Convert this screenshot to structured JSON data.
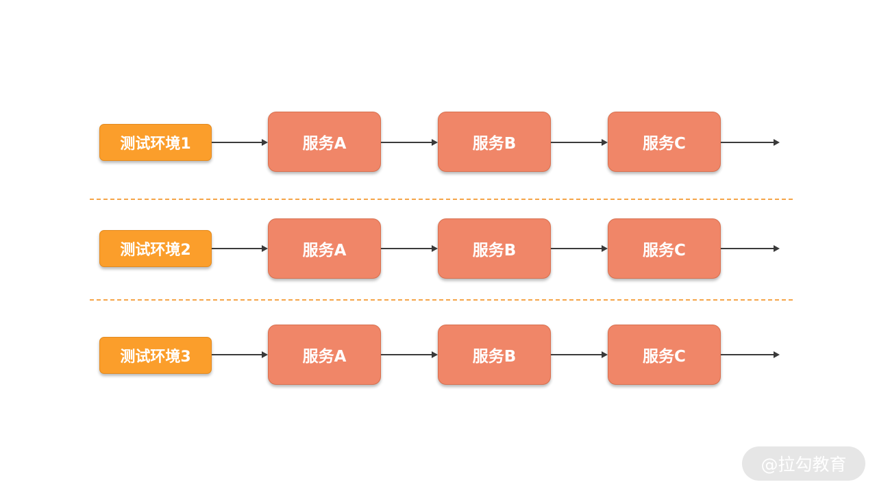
{
  "rows": [
    {
      "env": "测试环境1",
      "services": [
        "服务A",
        "服务B",
        "服务C"
      ]
    },
    {
      "env": "测试环境2",
      "services": [
        "服务A",
        "服务B",
        "服务C"
      ]
    },
    {
      "env": "测试环境3",
      "services": [
        "服务A",
        "服务B",
        "服务C"
      ]
    }
  ],
  "watermark": "@拉勾教育",
  "colors": {
    "env_box": "#fb9e2b",
    "service_box": "#f08668",
    "arrow": "#3a3a3a",
    "divider": "#f5a447"
  }
}
